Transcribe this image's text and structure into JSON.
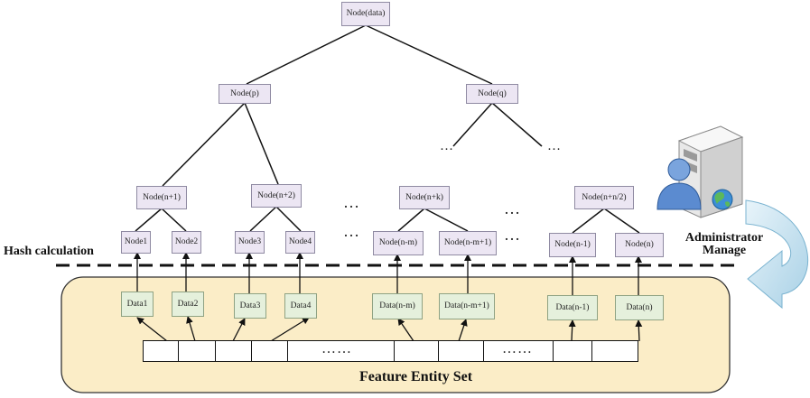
{
  "diagram": {
    "hash_label": "Hash calculation",
    "admin_label_line1": "Administrator",
    "admin_label_line2": "Manage",
    "feature_set_label": "Feature Entity Set",
    "root": "Node(data)",
    "level1": [
      "Node(p)",
      "Node(q)"
    ],
    "level2": [
      "Node(n+1)",
      "Node(n+2)",
      "Node(n+k)",
      "Node(n+n/2)"
    ],
    "leaves": [
      "Node1",
      "Node2",
      "Node3",
      "Node4",
      "Node(n-m)",
      "Node(n-m+1)",
      "Node(n-1)",
      "Node(n)"
    ],
    "data_blocks": [
      "Data1",
      "Data2",
      "Data3",
      "Data4",
      "Data(n-m)",
      "Data(n-m+1)",
      "Data(n-1)",
      "Data(n)"
    ],
    "ellipsis": "…",
    "ellipsis_long": "……",
    "colors": {
      "node_fill": "#ece6f3",
      "data_fill": "#e5f0dc",
      "feature_region_fill": "#fbedc7",
      "arrow_fill": "#cde4ef"
    },
    "icons": [
      "server-icon",
      "user-icon",
      "globe-icon",
      "curved-arrow-icon"
    ]
  }
}
